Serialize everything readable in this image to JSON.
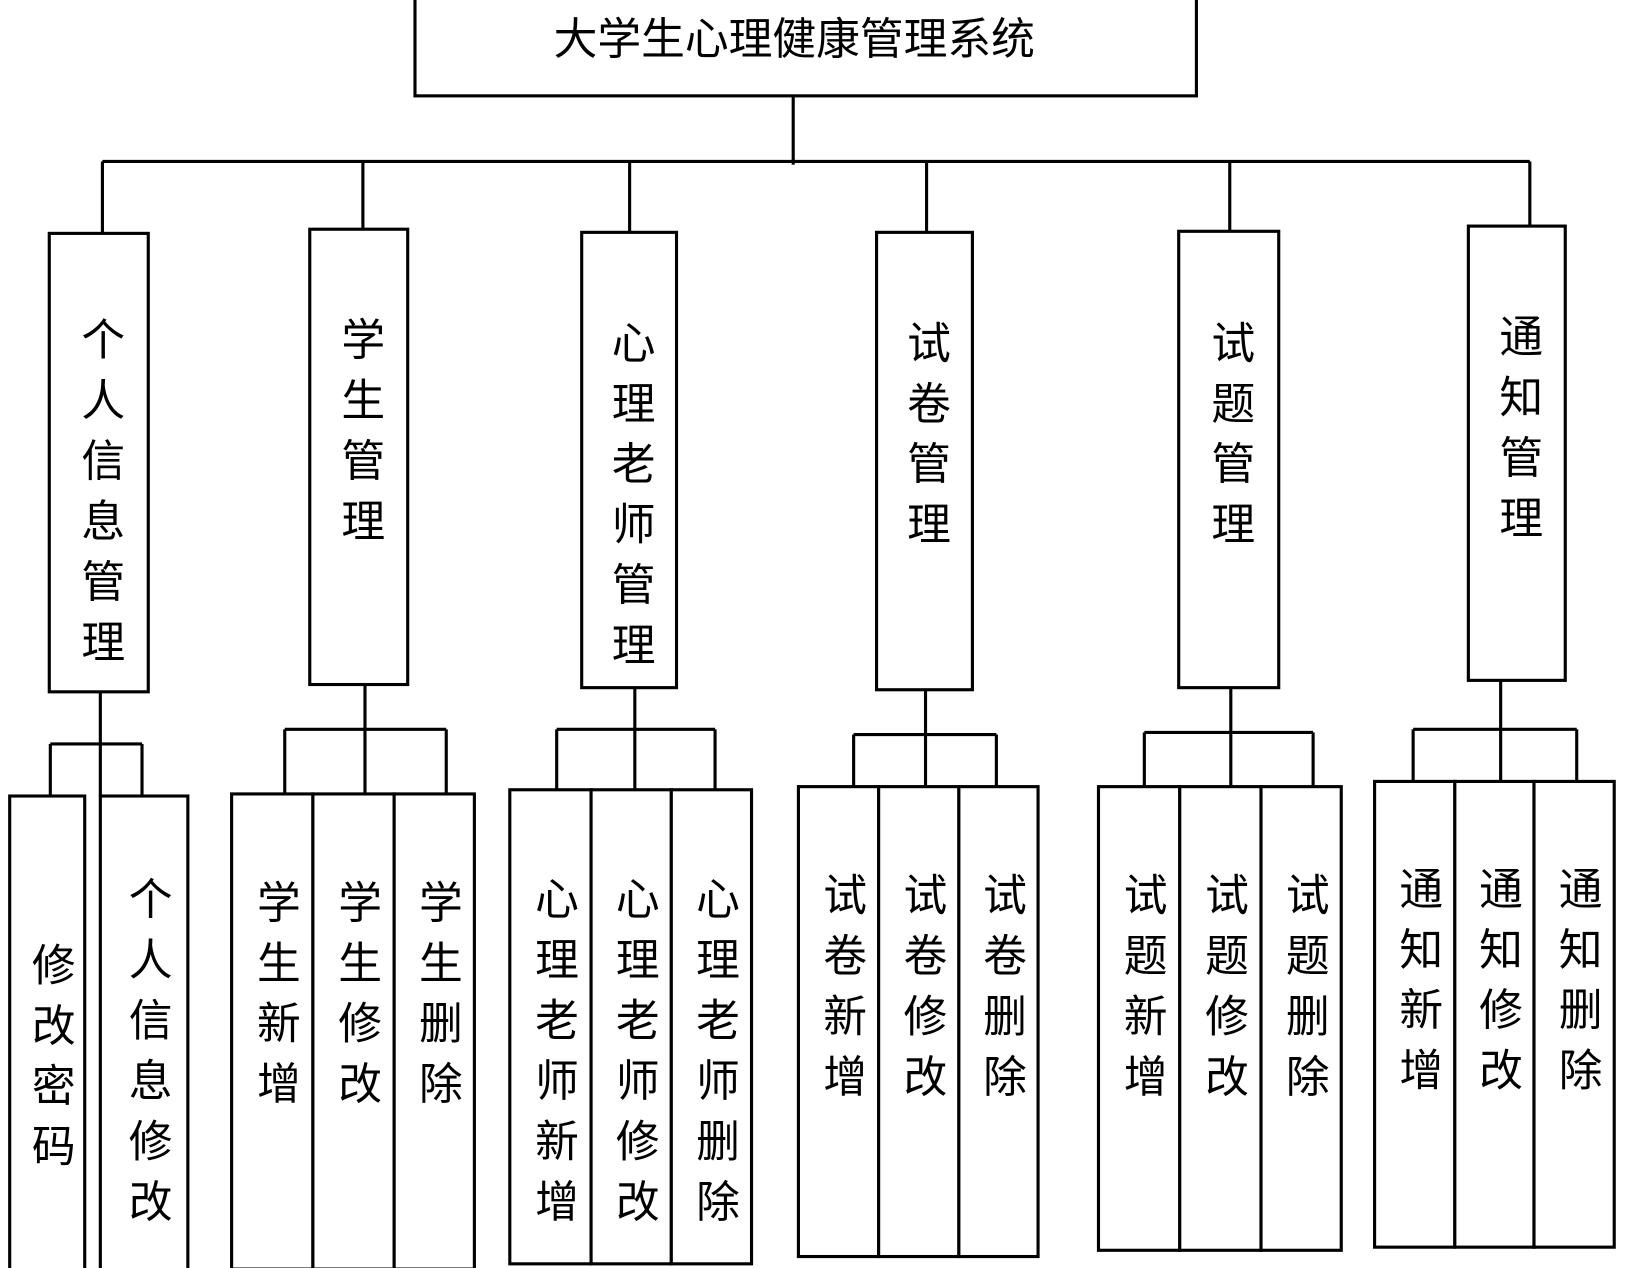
{
  "title": "大学生心理健康管理系统",
  "modules": [
    {
      "label": "个人信息管理",
      "children": [
        "修改密码",
        "个人信息修改"
      ]
    },
    {
      "label": "学生管理",
      "children": [
        "学生新增",
        "学生修改",
        "学生删除"
      ]
    },
    {
      "label": "心理老师管理",
      "children": [
        "心理老师新增",
        "心理老师修改",
        "心理老师删除"
      ]
    },
    {
      "label": "试卷管理",
      "children": [
        "试卷新增",
        "试卷修改",
        "试卷删除"
      ]
    },
    {
      "label": "试题管理",
      "children": [
        "试题新增",
        "试题修改",
        "试题删除"
      ]
    },
    {
      "label": "通知管理",
      "children": [
        "通知新增",
        "通知修改",
        "通知删除"
      ]
    }
  ]
}
